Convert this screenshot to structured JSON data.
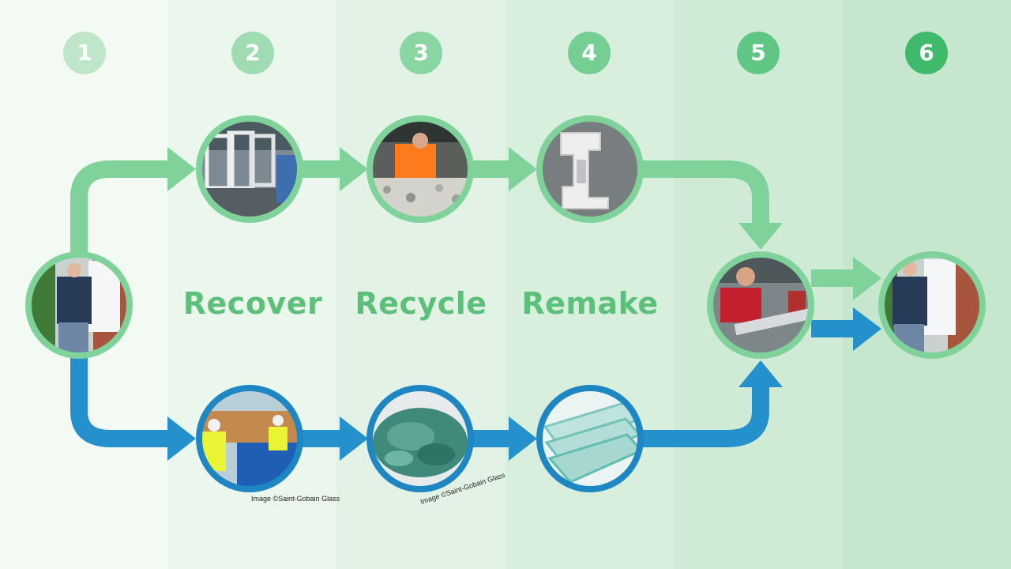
{
  "steps": {
    "s1": "1",
    "s2": "2",
    "s3": "3",
    "s4": "4",
    "s5": "5",
    "s6": "6"
  },
  "stages": {
    "recover": "Recover",
    "recycle": "Recycle",
    "remake": "Remake"
  },
  "credits": {
    "glass_recover": "Image ©Saint-Gobain Glass",
    "glass_recycle": "Image ©Saint-Gobain Glass"
  },
  "colors": {
    "green_path": "#7fd39a",
    "blue_path": "#2490cc",
    "ring_green": "#6fcb8d",
    "ring_blue": "#1f86c4",
    "label_green": "#5cc07b",
    "step_badges": [
      "#bfe6c9",
      "#9fdcb1",
      "#8ad6a2",
      "#75cf92",
      "#5fc783",
      "#3fba6b"
    ]
  },
  "icons": {
    "stage1": "window-removal-photo",
    "recover_pvc": "pvc-window-frames-photo",
    "recycle_pvc": "pvc-recycling-worker-photo",
    "remake_pvc": "pvc-profile-photo",
    "recover_glass": "glass-collection-workers-photo",
    "recycle_glass": "crushed-glass-cullet-photo",
    "remake_glass": "glass-sheets-photo",
    "stage5": "window-fabrication-photo",
    "stage6": "window-installation-photo"
  }
}
